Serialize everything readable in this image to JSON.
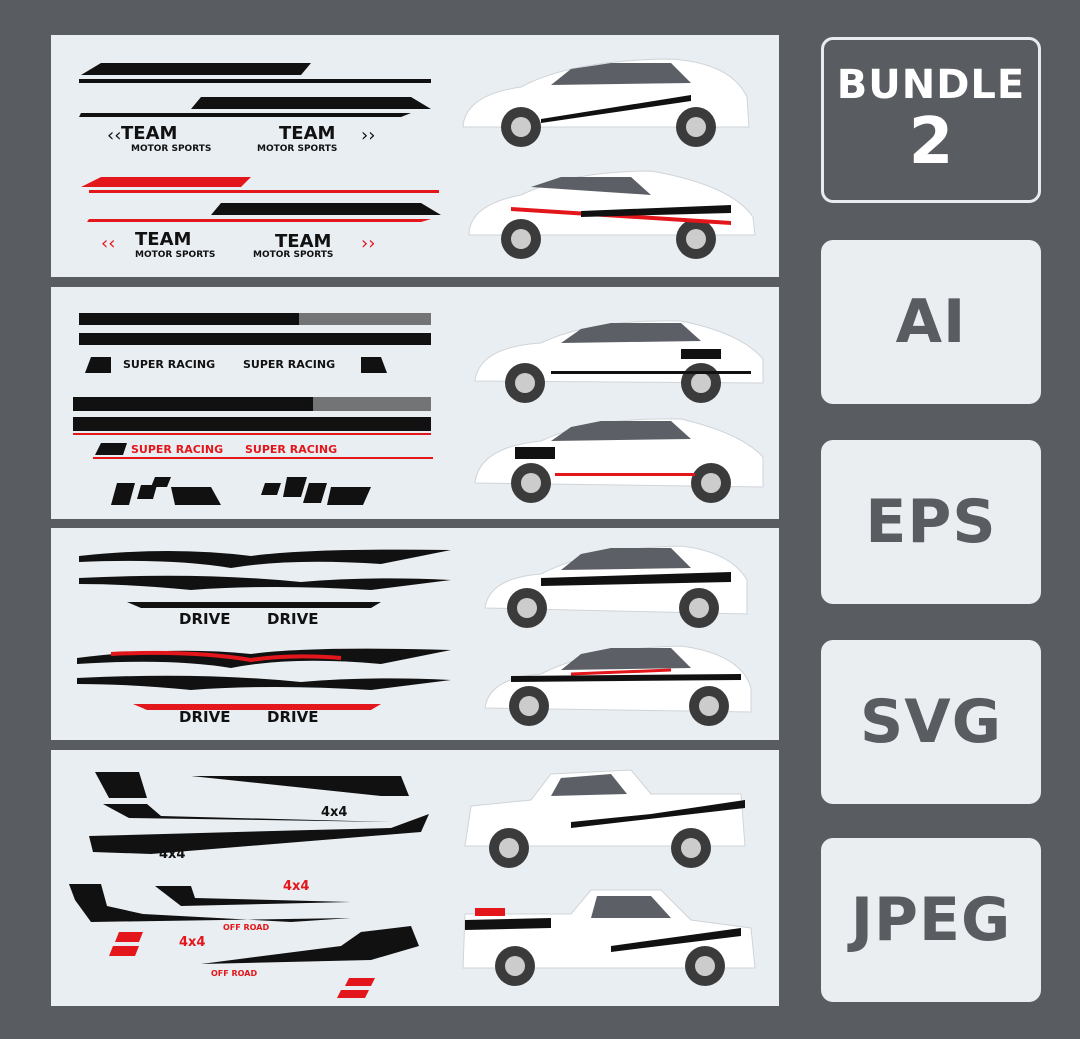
{
  "bundle": {
    "word": "BUNDLE",
    "number": "2"
  },
  "formats": [
    "AI",
    "EPS",
    "SVG",
    "JPEG"
  ],
  "panel1": {
    "team": "TEAM",
    "sub": "MOTOR SPORTS"
  },
  "panel2": {
    "label": "SUPER RACING"
  },
  "panel3": {
    "label": "DRIVE"
  },
  "panel4": {
    "code": "4x4",
    "sub": "OFF ROAD"
  },
  "colors": {
    "background": "#595d61",
    "panel": "#e9eef2",
    "accent": "#e3161b",
    "ink": "#111111"
  }
}
